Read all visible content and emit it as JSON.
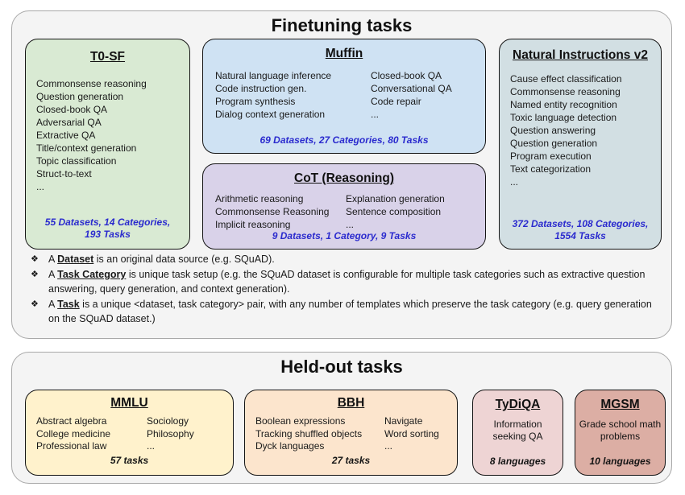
{
  "colors": {
    "panel_bg": "#f4f4f4",
    "panel_border": "#a8a8a8",
    "box_border": "#141414",
    "stats_blue": "#2a2ace",
    "t0sf_green": "#d9ead3",
    "muffin_blue": "#cfe2f3",
    "cot_purple": "#d9d2e9",
    "niv2_cyan": "#d2dfe3",
    "mmlu_yellow": "#fff2cc",
    "bbh_orange": "#fce5cd",
    "tydiqa_pink": "#eed4d4",
    "mgsm_rose": "#dcaea4"
  },
  "finetuning": {
    "title": "Finetuning tasks",
    "t0sf": {
      "title": "T0-SF",
      "items": [
        "Commonsense reasoning",
        "Question generation",
        "Closed-book QA",
        "Adversarial QA",
        "Extractive QA",
        "Title/context generation",
        "Topic classification",
        "Struct-to-text",
        "..."
      ],
      "stats": [
        "55 Datasets, 14 Categories,",
        "193 Tasks"
      ]
    },
    "muffin": {
      "title": "Muffin",
      "left": [
        "Natural language inference",
        "Code instruction gen.",
        "Program synthesis",
        "Dialog context generation"
      ],
      "right": [
        "Closed-book QA",
        "Conversational QA",
        "Code repair",
        "..."
      ],
      "stats": [
        "69 Datasets, 27 Categories, 80 Tasks"
      ]
    },
    "cot": {
      "title": "CoT (Reasoning)",
      "left": [
        "Arithmetic reasoning",
        "Commonsense Reasoning",
        "Implicit reasoning"
      ],
      "right": [
        "Explanation generation",
        "Sentence composition",
        "..."
      ],
      "stats": [
        "9 Datasets, 1 Category, 9 Tasks"
      ]
    },
    "niv2": {
      "title": "Natural Instructions v2",
      "items": [
        "Cause effect classification",
        "Commonsense reasoning",
        "Named entity recognition",
        "Toxic language detection",
        "Question answering",
        "Question generation",
        "Program execution",
        "Text categorization",
        "..."
      ],
      "stats": [
        "372 Datasets, 108 Categories,",
        "1554 Tasks"
      ]
    },
    "bullets": [
      {
        "glyph": "❖",
        "pre": "A ",
        "term": "Dataset",
        "rest": " is an original data source (e.g. SQuAD)."
      },
      {
        "glyph": "❖",
        "pre": "A ",
        "term": "Task Category",
        "rest": " is unique task setup (e.g. the SQuAD dataset is configurable for multiple task categories such as extractive question answering, query generation, and context generation)."
      },
      {
        "glyph": "❖",
        "pre": "A ",
        "term": "Task",
        "rest": " is a unique <dataset, task category> pair, with any number of templates which preserve the task category (e.g. query generation on the SQuAD dataset.)"
      }
    ]
  },
  "heldout": {
    "title": "Held-out tasks",
    "mmlu": {
      "title": "MMLU",
      "left": [
        "Abstract algebra",
        "College medicine",
        "Professional law"
      ],
      "right": [
        "Sociology",
        "Philosophy",
        "..."
      ],
      "stats": "57 tasks"
    },
    "bbh": {
      "title": "BBH",
      "left": [
        "Boolean expressions",
        "Tracking shuffled objects",
        "Dyck languages"
      ],
      "right": [
        "Navigate",
        "Word sorting",
        "..."
      ],
      "stats": "27 tasks"
    },
    "tydiqa": {
      "title": "TyDiQA",
      "body": "Information seeking QA",
      "stats": "8 languages"
    },
    "mgsm": {
      "title": "MGSM",
      "body": "Grade school math problems",
      "stats": "10 languages"
    }
  }
}
